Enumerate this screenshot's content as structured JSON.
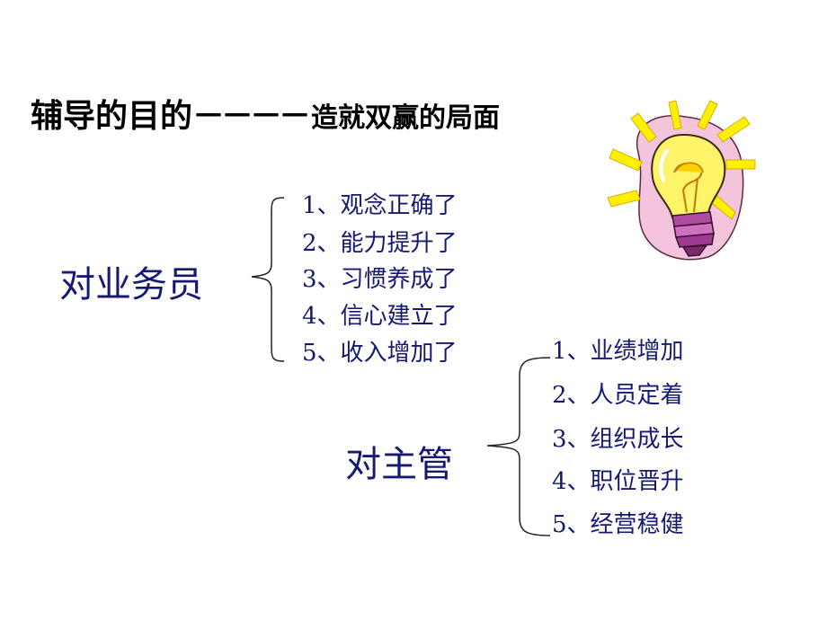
{
  "slide": {
    "title_main": "辅导的目的",
    "title_dash": "－－－－",
    "title_sub": "造就双赢的局面"
  },
  "salesperson": {
    "label": "对业务员",
    "items": [
      "1、观念正确了",
      "2、能力提升了",
      "3、习惯养成了",
      "4、信心建立了",
      "5、收入增加了"
    ]
  },
  "supervisor": {
    "label": "对主管",
    "items": [
      "1、业绩增加",
      "2、人员定着",
      "3、组织成长",
      "4、职位晋升",
      "5、经营稳健"
    ]
  },
  "colors": {
    "text_navy": "#141a73",
    "title": "#000000",
    "bulb_glow": "#fff000",
    "bulb_bg": "#f3c4dc"
  },
  "icons": {
    "decoration": "lightbulb-icon"
  }
}
